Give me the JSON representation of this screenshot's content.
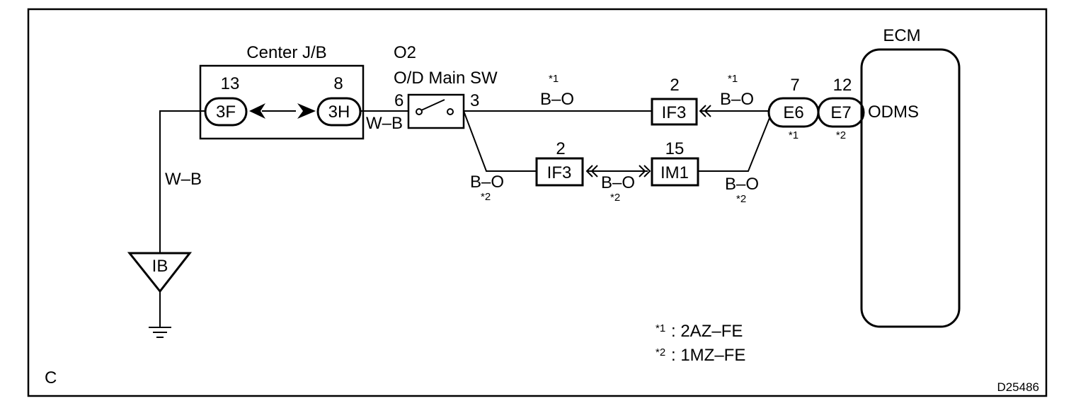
{
  "junction_block": {
    "title": "Center J/B",
    "left_pin": "13",
    "left_connector": "3F",
    "right_pin": "8",
    "right_connector": "3H"
  },
  "switch": {
    "code": "O2",
    "name": "O/D Main SW",
    "pin_in": "6",
    "pin_out": "3"
  },
  "ecm": {
    "title": "ECM",
    "terminal": "ODMS",
    "connector_1": "E6",
    "connector_1_pin": "7",
    "connector_1_note": "*1",
    "connector_2": "E7",
    "connector_2_pin": "12",
    "connector_2_note": "*2"
  },
  "connectors": {
    "upper_if3": {
      "label": "IF3",
      "pin": "2"
    },
    "lower_if3": {
      "label": "IF3",
      "pin": "2"
    },
    "im1": {
      "label": "IM1",
      "pin": "15"
    }
  },
  "wires": {
    "wb_jb": "W–B",
    "wb_ground": "W–B",
    "bo_upper_1": "B–O",
    "bo_upper_1_note": "*1",
    "bo_upper_2": "B–O",
    "bo_upper_2_note": "*1",
    "bo_lower_1": "B–O",
    "bo_lower_1_note": "*2",
    "bo_lower_2": "B–O",
    "bo_lower_2_note": "*2",
    "bo_lower_3": "B–O",
    "bo_lower_3_note": "*2"
  },
  "ground": {
    "label": "IB"
  },
  "legend": [
    {
      "mark": "*1",
      "text": ": 2AZ–FE"
    },
    {
      "mark": "*2",
      "text": ": 1MZ–FE"
    }
  ],
  "corner_letter": "C",
  "figure_id": "D25486"
}
